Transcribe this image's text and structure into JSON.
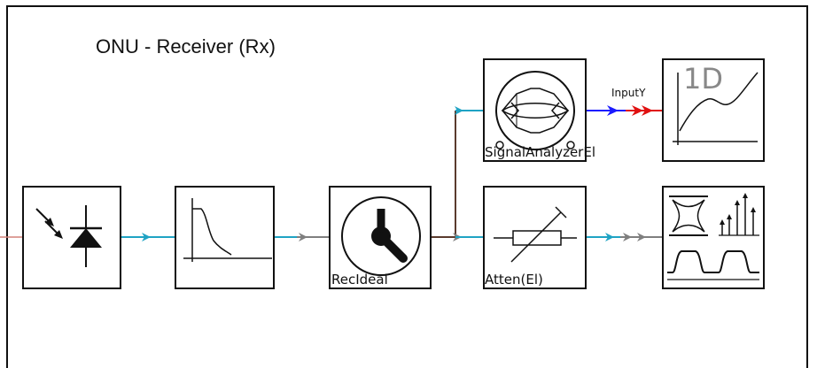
{
  "diagram": {
    "title": "ONU - Receiver (Rx)",
    "blocks": {
      "photodiode": {
        "label": ""
      },
      "lowpass_filter": {
        "label": ""
      },
      "receiver_ideal": {
        "label": "RecIdeal"
      },
      "signal_analyzer": {
        "label": "SignalAnalyzerEl"
      },
      "attenuator": {
        "label": "Atten(El)"
      },
      "graph_1d": {
        "label": "",
        "icon_text": "1D"
      },
      "spectrum_analyzer": {
        "label": ""
      }
    },
    "port_labels": {
      "input_y": "InputY"
    },
    "colors": {
      "electrical_link": "#1fa3c4",
      "output_link": "#7f7f7f",
      "branch_link": "#5a3b2e",
      "input_link": "#d4827a",
      "port_blue": "#1a1aff",
      "port_red": "#e01010"
    },
    "icons": {
      "photodiode": "photodiode-icon",
      "lowpass_filter": "lowpass-filter-icon",
      "receiver_ideal": "dial-icon",
      "signal_analyzer": "eye-diagram-icon",
      "attenuator": "variable-resistor-icon",
      "graph_1d": "line-graph-icon",
      "spectrum_analyzer": "spectrum-icon"
    }
  }
}
